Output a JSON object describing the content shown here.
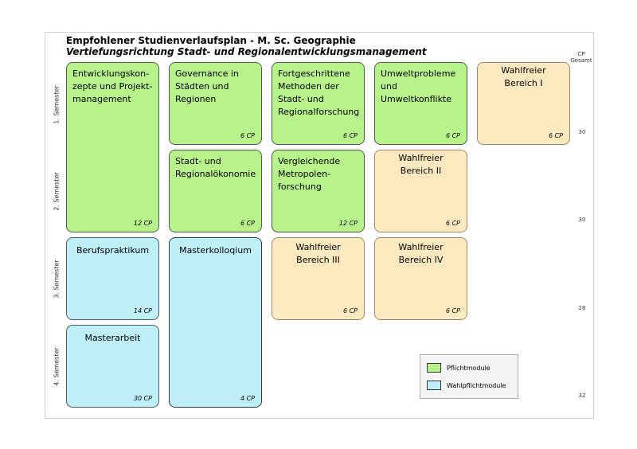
{
  "title": "Empfohlener Studienverlaufsplan - M. Sc. Geographie",
  "subtitle": "Vertiefungsrichtung Stadt- und Regionalentwicklungsmanagement",
  "cp_header": "CP\nGesamt",
  "semesters": [
    {
      "label": "1. Semester",
      "total": "30"
    },
    {
      "label": "2. Semester",
      "total": "30"
    },
    {
      "label": "3. Semester",
      "total": "28"
    },
    {
      "label": "4. Semester",
      "total": "32"
    }
  ],
  "modules": {
    "entwicklung": {
      "label": "Entwicklungskon-\nzepte und Projekt-\nmanagement",
      "cp": "12 CP"
    },
    "governance": {
      "label": "Governance in\nStädten und\nRegionen",
      "cp": "6 CP"
    },
    "fortgeschrittene": {
      "label": "Fortgeschrittene\nMethoden der\nStadt- und\nRegionalforschung",
      "cp": "6 CP"
    },
    "umwelt": {
      "label": "Umweltprobleme\nund Umweltkonflikte",
      "cp": "6 CP"
    },
    "wahlfrei1": {
      "label": "Wahlfreier\nBereich I",
      "cp": "6 CP"
    },
    "stadt": {
      "label": "Stadt- und\nRegionalökonomie",
      "cp": "6 CP"
    },
    "vergleichende": {
      "label": "Vergleichende\nMetropolen-\nforschung",
      "cp": "12 CP"
    },
    "wahlfrei2": {
      "label": "Wahlfreier\nBereich II",
      "cp": "6 CP"
    },
    "berufspraktikum": {
      "label": "Berufspraktikum",
      "cp": "14 CP"
    },
    "masterkolloqium": {
      "label": "Masterkolloqium",
      "cp": "4 CP"
    },
    "wahlfrei3": {
      "label": "Wahlfreier\nBereich III",
      "cp": "6 CP"
    },
    "wahlfrei4": {
      "label": "Wahlfreier\nBereich IV",
      "cp": "6 CP"
    },
    "masterarbeit": {
      "label": "Masterarbeit",
      "cp": "30 CP"
    }
  },
  "legend": {
    "pflicht": "Pflichtmodule",
    "wahlpflicht": "Wahlpflichtmodule"
  },
  "colors": {
    "pflicht": "#b8f28a",
    "wahlpflicht": "#bff0fa",
    "wahlfrei": "#fde9c0"
  }
}
